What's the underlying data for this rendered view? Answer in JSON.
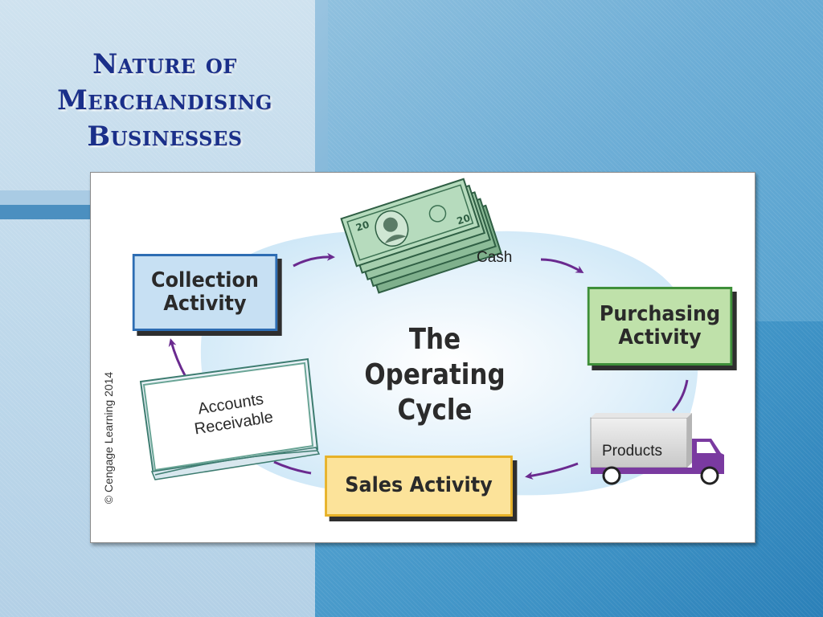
{
  "slide": {
    "title_lines": [
      "Nature of",
      "Merchandising",
      "Businesses"
    ]
  },
  "diagram": {
    "center_title_lines": [
      "The",
      "Operating Cycle"
    ],
    "nodes": {
      "collection": {
        "lines": [
          "Collection",
          "Activity"
        ]
      },
      "purchasing": {
        "lines": [
          "Purchasing",
          "Activity"
        ]
      },
      "sales": {
        "lines": [
          "Sales Activity"
        ]
      }
    },
    "connector_labels": {
      "cash": "Cash",
      "products": "Products",
      "accounts_receivable": [
        "Accounts",
        "Receivable"
      ]
    },
    "copyright": "© Cengage Learning 2014"
  },
  "colors": {
    "title": "#1a2f8a",
    "collection_fill": "#c7e0f3",
    "collection_border": "#2d6db3",
    "purchasing_fill": "#bfe1aa",
    "purchasing_border": "#3e8f39",
    "sales_fill": "#fce39a",
    "sales_border": "#e7b127",
    "arrow": "#6a2a8f",
    "truck": "#7a3aa0"
  },
  "icons": {
    "cash": "money-stack-icon",
    "products": "delivery-truck-icon",
    "accounts_receivable": "open-book-icon"
  }
}
